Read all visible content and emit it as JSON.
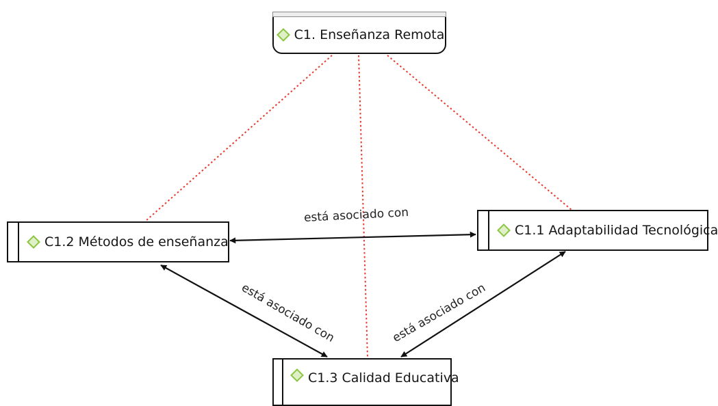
{
  "nodes": {
    "root": {
      "label": "C1. Enseñanza Remota",
      "icon": "code-diamond-icon"
    },
    "methods": {
      "label": "C1.2 Métodos de enseñanza",
      "icon": "code-diamond-icon"
    },
    "tech": {
      "label": "C1.1 Adaptabilidad Tecnológica",
      "icon": "code-diamond-icon"
    },
    "quality": {
      "label": "C1.3 Calidad Educativa",
      "icon": "code-diamond-icon"
    }
  },
  "edges": {
    "methods_tech": {
      "label": "está asociado con",
      "from": "C1.2 Métodos de enseñanza",
      "to": "C1.1 Adaptabilidad Tecnológica",
      "arrows": "both"
    },
    "methods_quality": {
      "label": "está asociado con",
      "from": "C1.2 Métodos de enseñanza",
      "to": "C1.3 Calidad Educativa",
      "arrows": "both"
    },
    "quality_tech": {
      "label": "está asociado con",
      "from": "C1.3 Calidad Educativa",
      "to": "C1.1 Adaptabilidad Tecnológica",
      "arrows": "both"
    }
  },
  "hierarchy_links": {
    "style": "dotted",
    "parent": "C1. Enseñanza Remota",
    "children": [
      "C1.2 Métodos de enseñanza",
      "C1.3 Calidad Educativa",
      "C1.1 Adaptabilidad Tecnológica"
    ]
  },
  "colors": {
    "hierarchy_link": "#e8392c",
    "relation_link": "#111111",
    "code_icon_border": "#8cc63f",
    "code_icon_fill": "#dff0c8"
  }
}
